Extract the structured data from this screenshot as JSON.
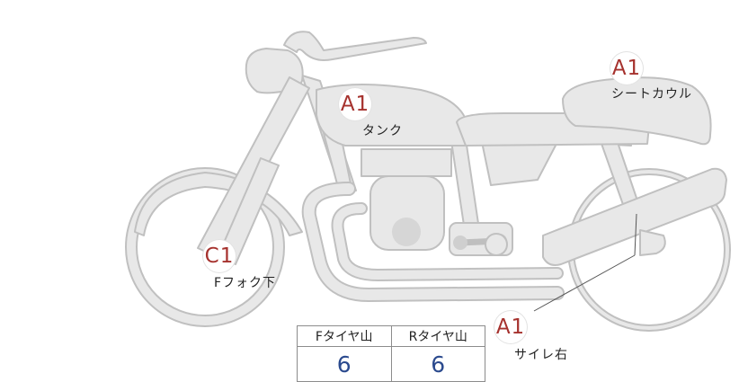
{
  "colors": {
    "marker_text": "#a6322e",
    "body_fill": "#e8e8e8",
    "body_stroke": "#c0c0c0",
    "table_value": "#2b4a8e"
  },
  "markers": {
    "seat_cowl": {
      "grade": "A1",
      "label": "シートカウル"
    },
    "tank": {
      "grade": "A1",
      "label": "タンク"
    },
    "front_fork": {
      "grade": "C1",
      "label": "Fフォク下"
    },
    "side_right": {
      "grade": "A1",
      "label": "サイレ右"
    }
  },
  "tread_table": {
    "headers": [
      "Fタイヤ山",
      "Rタイヤ山"
    ],
    "values": [
      "6",
      "6"
    ]
  }
}
